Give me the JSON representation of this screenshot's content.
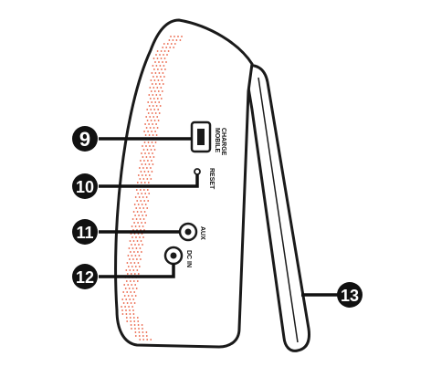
{
  "labels": {
    "mobile_charge_line1": "MOBILE",
    "mobile_charge_line2": "CHARGE",
    "reset": "RESET",
    "aux": "AUX",
    "dc_in": "DC IN"
  },
  "callouts": [
    {
      "number": "9"
    },
    {
      "number": "10"
    },
    {
      "number": "11"
    },
    {
      "number": "12"
    },
    {
      "number": "13"
    }
  ],
  "colors": {
    "outline": "#1a1a1a",
    "speaker_grille": "#e8583a",
    "callout_fill": "#111111",
    "callout_text": "#ffffff"
  }
}
